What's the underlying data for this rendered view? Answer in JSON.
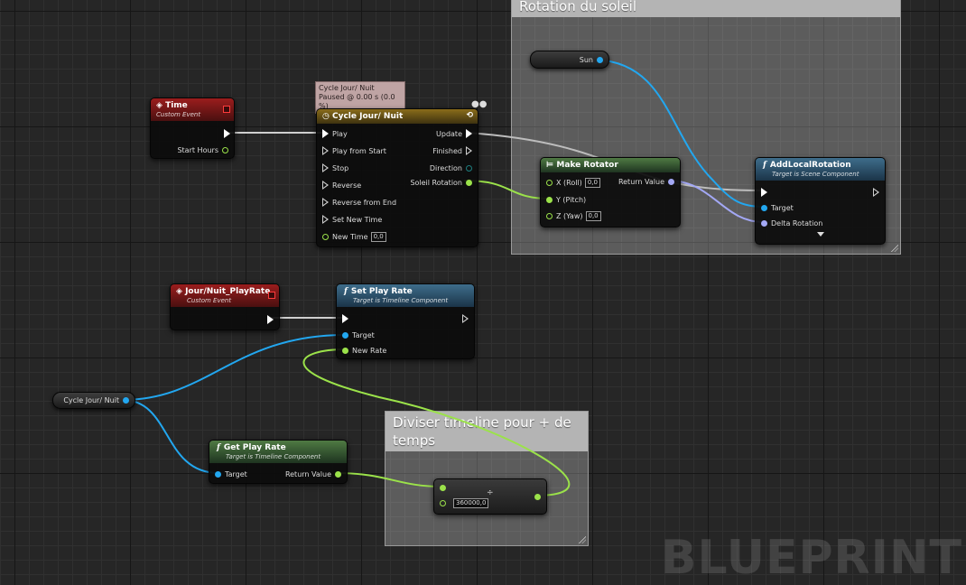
{
  "comments": {
    "rotation": {
      "title": "Rotation du soleil"
    },
    "divide": {
      "title": "Diviser timeline pour + de temps"
    }
  },
  "time_event": {
    "title": "Time",
    "subtitle": "Custom Event",
    "pin_start_hours": "Start Hours"
  },
  "timeline": {
    "tooltip_line1": "Cycle Jour/ Nuit",
    "tooltip_line2": "Paused @ 0.00 s (0.0 %)",
    "title": "Cycle Jour/ Nuit",
    "inputs": [
      "Play",
      "Play from Start",
      "Stop",
      "Reverse",
      "Reverse from End",
      "Set New Time"
    ],
    "new_time_label": "New Time",
    "new_time_value": "0,0",
    "outputs": [
      "Update",
      "Finished",
      "Direction",
      "Soleil Rotation"
    ]
  },
  "sun_var": {
    "label": "Sun"
  },
  "make_rotator": {
    "title": "Make Rotator",
    "x_label": "X (Roll)",
    "x_value": "0,0",
    "y_label": "Y (Pitch)",
    "z_label": "Z (Yaw)",
    "z_value": "0,0",
    "return_label": "Return Value"
  },
  "add_local_rotation": {
    "title": "AddLocalRotation",
    "subtitle": "Target is Scene Component",
    "target_label": "Target",
    "delta_label": "Delta Rotation"
  },
  "playrate_event": {
    "title": "Jour/Nuit_PlayRate",
    "subtitle": "Custom Event"
  },
  "set_play_rate": {
    "title": "Set Play Rate",
    "subtitle": "Target is Timeline Component",
    "target_label": "Target",
    "new_rate_label": "New Rate"
  },
  "cycle_var": {
    "label": "Cycle Jour/ Nuit"
  },
  "get_play_rate": {
    "title": "Get Play Rate",
    "subtitle": "Target is Timeline Component",
    "target_label": "Target",
    "return_label": "Return Value"
  },
  "divide_node": {
    "operator": "÷",
    "value": "360000,0"
  },
  "watermark": "BLUEPRINT",
  "colors": {
    "exec_wire": "#cfcfcf",
    "float_wire": "#9be24a",
    "object_wire": "#22a7f0",
    "struct_wire": "#a3a8f5"
  }
}
